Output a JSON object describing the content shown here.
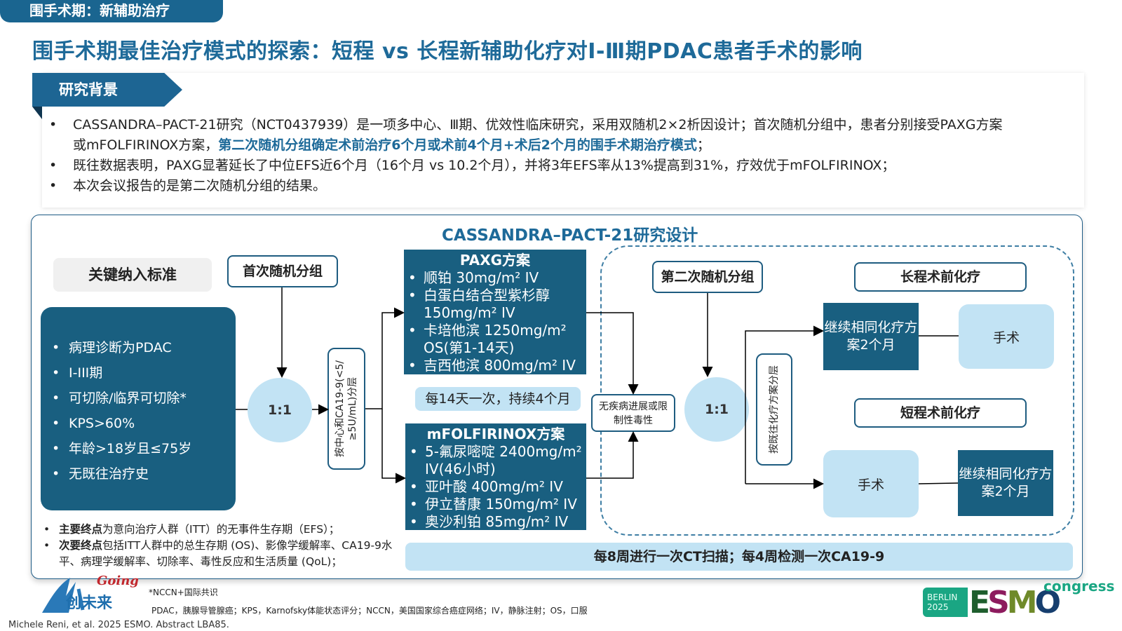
{
  "header": {
    "section_tab": "围手术期：新辅助治疗",
    "title": "围手术期最佳治疗模式的探索：短程 vs 长程新辅助化疗对Ⅰ-Ⅲ期PDAC患者手术的影响"
  },
  "background": {
    "label": "研究背景",
    "bullets": [
      {
        "text_a": "CASSANDRA–PACT-21研究（NCT0437939）是一项多中心、Ⅲ期、优效性临床研究，采用双随机2×2析因设计；首次随机分组中，患者分别接受PAXG方案",
        "text_b": "或mFOLFIRINOX方案，",
        "highlight": "第二次随机分组确定术前治疗6个月或术前4个月+术后2个月的围手术期治疗模式",
        "text_c": "；"
      },
      {
        "text": "既往数据表明，PAXG显著延长了中位EFS近6个月（16个月 vs 10.2个月），并将3年EFS率从13%提高到31%，疗效优于mFOLFIRINOX；"
      },
      {
        "text": "本次会议报告的是第二次随机分组的结果。"
      }
    ]
  },
  "design": {
    "title": "CASSANDRA–PACT-21研究设计",
    "criteria_header": "关键纳入标准",
    "criteria": [
      "病理诊断为PDAC",
      "I-III期",
      "可切除/临界可切除*",
      "KPS>60%",
      "年龄>18岁且≤75岁",
      "无既往治疗史"
    ],
    "first_randomization": "首次随机分组",
    "ratio_1": "1:1",
    "stratification_1": "按中心和CA19-9(<5/≥5U/mL)分层",
    "paxg": {
      "title": "PAXG方案",
      "items": [
        "顺铂 30mg/m² IV",
        "白蛋白结合型紫杉醇 150mg/m² IV",
        "卡培他滨 1250mg/m² OS(第1-14天)",
        "吉西他滨 800mg/m² IV"
      ]
    },
    "schedule": "每14天一次，持续4个月",
    "mfolfirinox": {
      "title": "mFOLFIRINOX方案",
      "items": [
        "5-氟尿嘧啶 2400mg/m² IV(46小时)",
        "亚叶酸 400mg/m² IV",
        "伊立替康 150mg/m² IV",
        "奥沙利铂 85mg/m² IV"
      ]
    },
    "condition": "无疾病进展或限制性毒性",
    "second_randomization": "第二次随机分组",
    "ratio_2": "1:1",
    "stratification_2": "按既往化疗方案分层",
    "long_arm": {
      "label": "长程术前化疗",
      "step1": "继续相同化疗方案2个月",
      "step2": "手术"
    },
    "short_arm": {
      "label": "短程术前化疗",
      "step1": "手术",
      "step2": "继续相同化疗方案2个月"
    },
    "endpoints": [
      {
        "bold": "主要终点",
        "text": "为意向治疗人群（ITT）的无事件生存期（EFS）；"
      },
      {
        "bold": "次要终点",
        "text": "包括ITT人群中的总生存期 (OS)、影像学缓解率、CA19-9水平、病理学缓解率、切除率、毒性反应和生活质量 (QoL)；"
      }
    ],
    "monitoring": "每8周进行一次CT扫描；每4周检测一次CA19-9"
  },
  "footer": {
    "note": "*NCCN+国际共识",
    "abbreviations": "PDAC，胰腺导管腺癌；KPS，Karnofsky体能状态评分；NCCN，美国国家综合癌症网络；IV，静脉注射；OS，口服",
    "citation": "Michele Reni, et al. 2025 ESMO. Abstract LBA85.",
    "logo_left_en": "Going",
    "logo_left_cn": "创未来",
    "esmo_city": "BERLIN",
    "esmo_year": "2025",
    "esmo_name": "ESMO",
    "esmo_suffix": "congress"
  },
  "colors": {
    "primary": "#195f80",
    "title": "#1e6a99",
    "light": "#c2e3f4",
    "esmo_green": "#1aa683"
  }
}
